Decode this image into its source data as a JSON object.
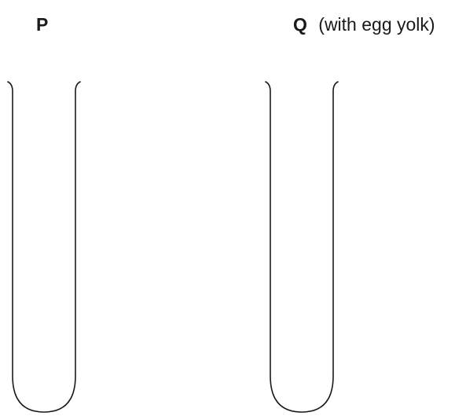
{
  "tubes": [
    {
      "letter": "P",
      "note": ""
    },
    {
      "letter": "Q",
      "note": "(with egg yolk)"
    }
  ],
  "colors": {
    "line": "#1a1a1a",
    "background": "#ffffff"
  }
}
